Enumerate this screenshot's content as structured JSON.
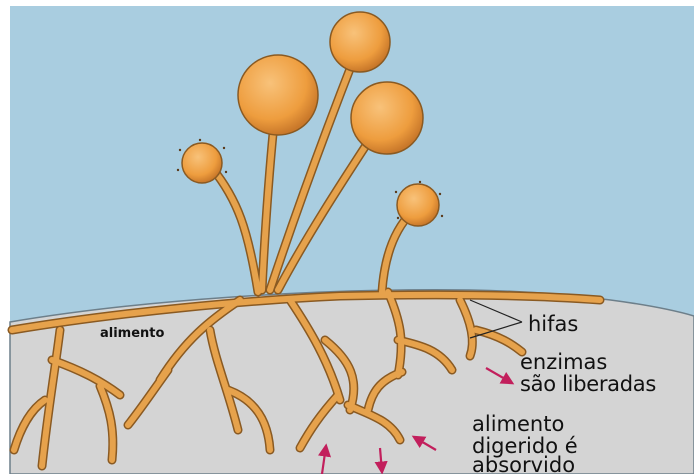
{
  "labels": {
    "alimento": "alimento",
    "hifas": "hifas",
    "enzimas_line1": "enzimas",
    "enzimas_line2": "são liberadas",
    "absorvido_line1": "alimento",
    "absorvido_line2": "digerido é",
    "absorvido_line3": "absorvido"
  },
  "colors": {
    "sky": "#a9cde0",
    "substrate": "#d4d4d4",
    "hypha": "#e6a24c",
    "hypha_outline": "#8a5a22",
    "sporangium": "#f0a545",
    "arrow": "#c21f5c"
  }
}
